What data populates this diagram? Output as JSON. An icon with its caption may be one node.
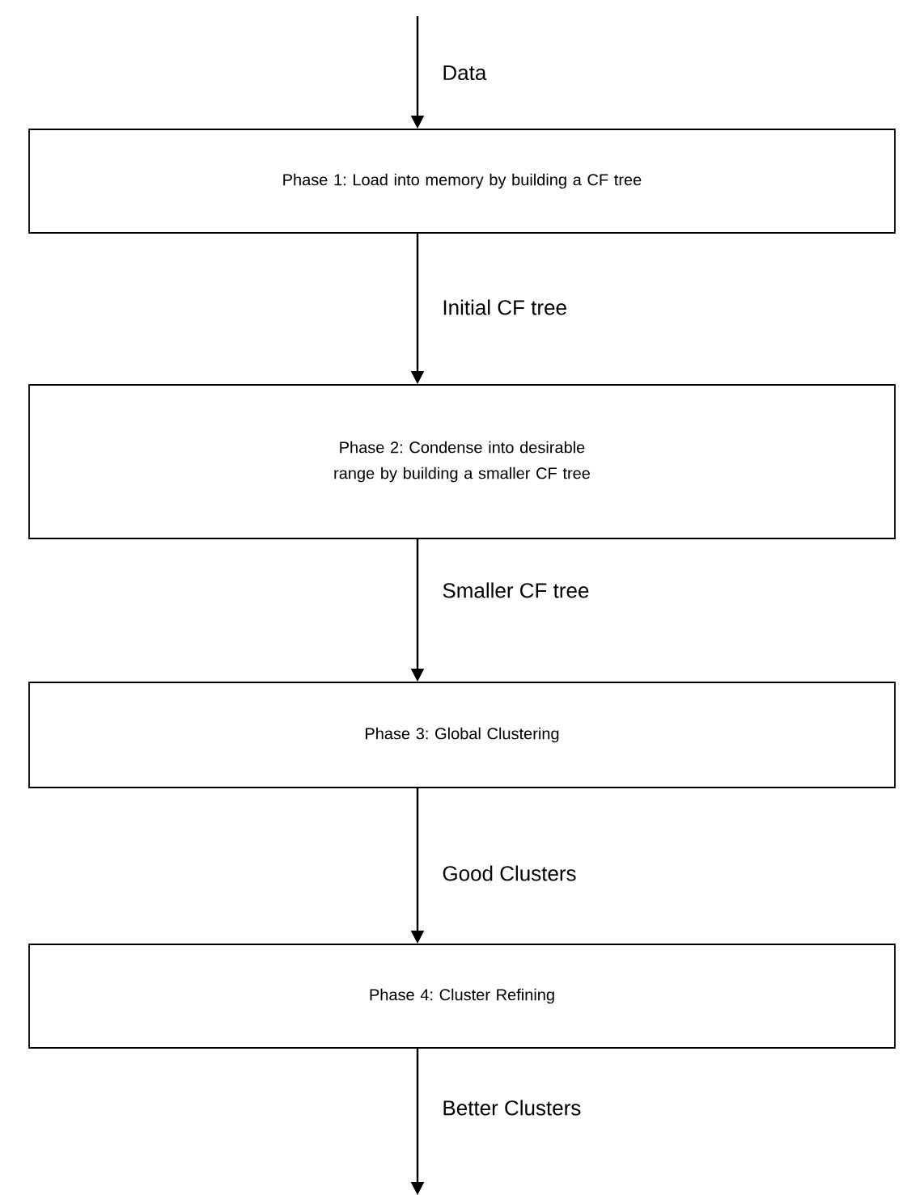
{
  "diagram": {
    "nodes": [
      {
        "text": [
          "Phase 1: Load into memory by building a CF tree"
        ]
      },
      {
        "text": [
          "Phase 2: Condense into desirable range by building a smaller CF tree"
        ]
      },
      {
        "text": [
          "Phase 3: Global Clustering"
        ]
      },
      {
        "text": [
          "Phase 4: Cluster Refining"
        ]
      }
    ],
    "edges": [
      {
        "from": null,
        "to": 0,
        "arrow": "to",
        "label": "Data"
      },
      {
        "from": 0,
        "to": 1,
        "arrow": "to",
        "label": "Initial CF tree"
      },
      {
        "from": 1,
        "to": 2,
        "arrow": "to",
        "label": "Smaller CF tree"
      },
      {
        "from": 2,
        "to": 3,
        "arrow": "to",
        "label": "Good Clusters"
      },
      {
        "from": 3,
        "to": null,
        "arrow": "to",
        "label": "Better Clusters"
      }
    ]
  }
}
